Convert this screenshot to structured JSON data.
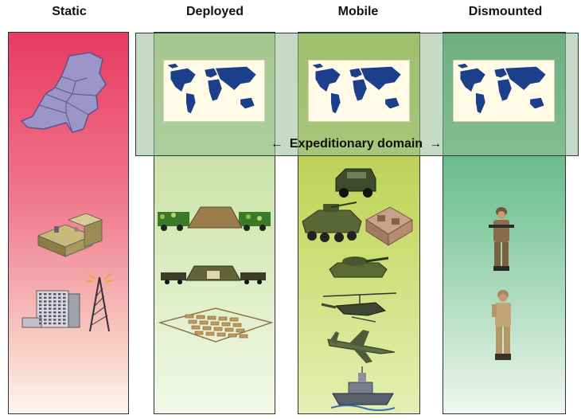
{
  "columns": {
    "static": "Static",
    "deployed": "Deployed",
    "mobile": "Mobile",
    "dismounted": "Dismounted"
  },
  "expeditionary": {
    "label": "Expeditionary domain",
    "left_arrow": "←",
    "right_arrow": "→"
  },
  "colors": {
    "static": "#e83a62",
    "deployed": "#b7d68e",
    "mobile": "#a8c23a",
    "dismounted": "#3e9e6a",
    "map_land": "#1c3f8c"
  },
  "icons": [
    "netherlands-map-icon",
    "building-complex-icon",
    "office-tower-icon",
    "radio-mast-icon",
    "world-map-icon",
    "field-tent-truck-icon",
    "field-hq-truck-icon",
    "camp-layout-icon",
    "jeep-icon",
    "apc-icon",
    "tank-icon",
    "helicopter-icon",
    "fighter-jet-icon",
    "warship-icon",
    "soldier-icon"
  ]
}
